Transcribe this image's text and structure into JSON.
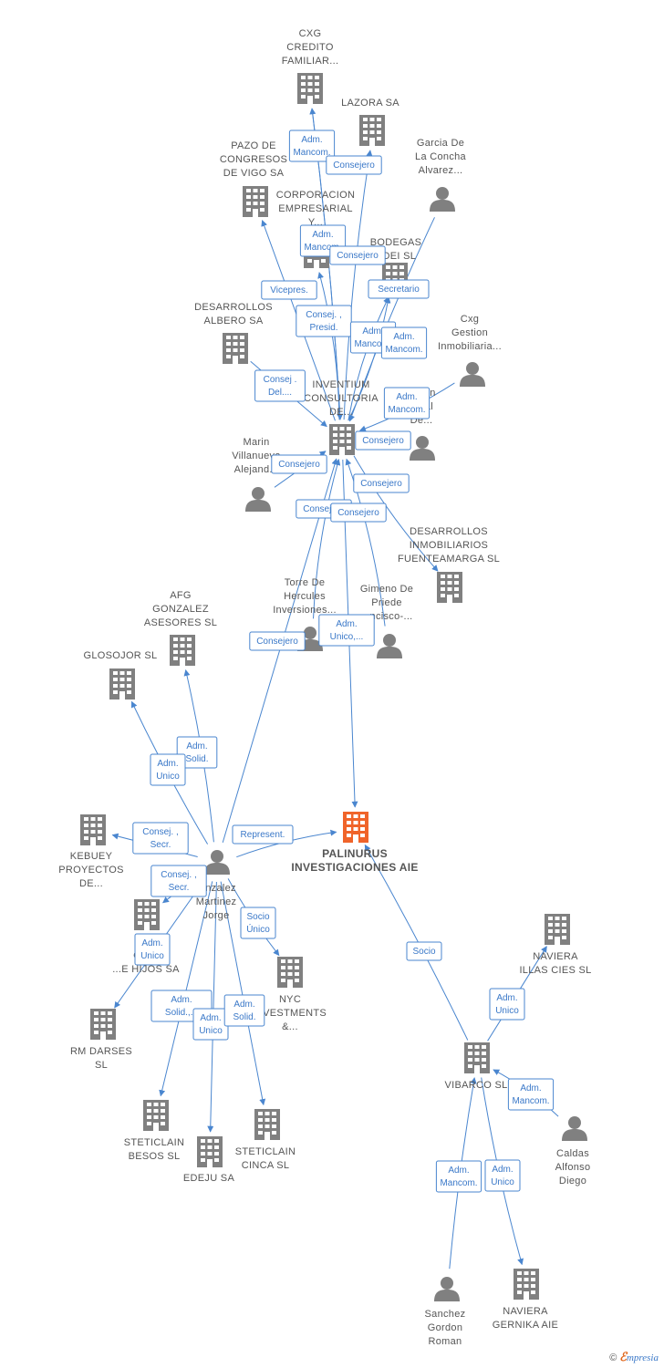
{
  "colors": {
    "node": "#808080",
    "main": "#f0642a",
    "edge": "#4a86cf"
  },
  "footer": {
    "copyright": "©",
    "brand_initial": "ℰ",
    "brand_rest": "mpresia"
  },
  "nodes": [
    {
      "id": "palinurus",
      "type": "company",
      "main": true,
      "lines": [
        "PALINURUS",
        "INVESTIGACIONES AIE"
      ]
    },
    {
      "id": "cxg_credito",
      "type": "company",
      "lines": [
        "CXG",
        "CREDITO",
        "FAMILIAR..."
      ]
    },
    {
      "id": "lazora",
      "type": "company",
      "lines": [
        "LAZORA SA"
      ]
    },
    {
      "id": "garcia",
      "type": "person",
      "lines": [
        "Garcia De",
        "La Concha",
        "Alvarez..."
      ]
    },
    {
      "id": "pazo",
      "type": "company",
      "lines": [
        "PAZO DE",
        "CONGRESOS",
        "DE VIGO SA"
      ]
    },
    {
      "id": "corporacion",
      "type": "company",
      "lines": [
        "CORPORACION",
        "EMPRESARIAL",
        "Y..."
      ]
    },
    {
      "id": "bodegas",
      "type": "company",
      "lines": [
        "BODEGAS",
        "SDEI SL"
      ]
    },
    {
      "id": "desarrollos_albero",
      "type": "company",
      "lines": [
        "DESARROLLOS",
        "ALBERO SA"
      ]
    },
    {
      "id": "cxg_gestion",
      "type": "person",
      "lines": [
        "Cxg",
        "Gestion",
        "Inmobiliaria..."
      ]
    },
    {
      "id": "corp2",
      "type": "person",
      "lines": [
        "...cion",
        "...rial",
        "De..."
      ]
    },
    {
      "id": "inventium",
      "type": "company",
      "lines": [
        "INVENTIUM",
        "CONSULTORIA",
        "DE..."
      ]
    },
    {
      "id": "marin",
      "type": "person",
      "lines": [
        "Marin",
        "Villanueva",
        "Alejand..."
      ]
    },
    {
      "id": "desarrollos_fuenteamarga",
      "type": "company",
      "lines": [
        "DESARROLLOS",
        "INMOBILIARIOS",
        "FUENTEAMARGA SL"
      ]
    },
    {
      "id": "torre",
      "type": "person",
      "lines": [
        "Torre De",
        "Hercules",
        "Inversiones..."
      ]
    },
    {
      "id": "gimeno",
      "type": "person",
      "lines": [
        "Gimeno De",
        "Priede",
        "...ncisco-..."
      ]
    },
    {
      "id": "afg",
      "type": "company",
      "lines": [
        "AFG",
        "GONZALEZ",
        "ASESORES SL"
      ]
    },
    {
      "id": "glosojor",
      "type": "company",
      "lines": [
        "GLOSOJOR SL"
      ]
    },
    {
      "id": "kebuey",
      "type": "company",
      "lines": [
        "KEBUEY",
        "PROYECTOS",
        "DE..."
      ]
    },
    {
      "id": "gonzalez",
      "type": "person",
      "lines": [
        "...nzalez",
        "Martinez",
        "Jorge"
      ]
    },
    {
      "id": "gonzalez_hijos",
      "type": "company",
      "lines": [
        "M...",
        "GO...",
        "...E HIJOS SA"
      ]
    },
    {
      "id": "nyc",
      "type": "company",
      "lines": [
        "NYC",
        "...VESTMENTS",
        "&..."
      ]
    },
    {
      "id": "rm_darses",
      "type": "company",
      "lines": [
        "RM DARSES",
        "SL"
      ]
    },
    {
      "id": "steticlain_besos",
      "type": "company",
      "lines": [
        "STETICLAIN",
        "BESOS SL"
      ]
    },
    {
      "id": "edeju",
      "type": "company",
      "lines": [
        "EDEJU SA"
      ]
    },
    {
      "id": "steticlain_cinca",
      "type": "company",
      "lines": [
        "STETICLAIN",
        "CINCA SL"
      ]
    },
    {
      "id": "naviera_illas",
      "type": "company",
      "lines": [
        "NAVIERA",
        "ILLAS CIES SL"
      ]
    },
    {
      "id": "vibarco",
      "type": "company",
      "lines": [
        "VIBARCO SL"
      ]
    },
    {
      "id": "caldas",
      "type": "person",
      "lines": [
        "Caldas",
        "Alfonso",
        "Diego"
      ]
    },
    {
      "id": "sanchez",
      "type": "person",
      "lines": [
        "Sanchez",
        "Gordon",
        "Roman"
      ]
    },
    {
      "id": "naviera_gernika",
      "type": "company",
      "lines": [
        "NAVIERA",
        "GERNIKA AIE"
      ]
    }
  ],
  "edges": [
    {
      "from": "inventium",
      "to": "cxg_credito",
      "label": [
        "Adm.",
        "Mancom."
      ]
    },
    {
      "from": "inventium",
      "to": "lazora",
      "label": [
        "Consejero"
      ]
    },
    {
      "from": "inventium",
      "to": "corporacion",
      "label": [
        "Adm.",
        "Mancom."
      ]
    },
    {
      "from": "inventium",
      "to": "bodegas",
      "label": [
        "Consejero"
      ]
    },
    {
      "from": "inventium",
      "to": "pazo",
      "label": [
        "Vicepres."
      ]
    },
    {
      "from": "garcia",
      "to": "inventium",
      "label": [
        "Secretario"
      ]
    },
    {
      "from": "cxg_credito",
      "to": "inventium",
      "label": [
        "Consej. ,",
        "Presid."
      ]
    },
    {
      "from": "inventium",
      "to": "bodegas",
      "label": [
        "Adm.",
        "Mancom."
      ]
    },
    {
      "from": "cxg_gestion",
      "to": "inventium",
      "label": [
        "Adm.",
        "Mancom."
      ]
    },
    {
      "from": "desarrollos_albero",
      "to": "inventium",
      "label": [
        "Consej .",
        "Del...."
      ]
    },
    {
      "from": "corp2",
      "to": "inventium",
      "label": [
        "Adm.",
        "Mancom."
      ]
    },
    {
      "from": "inventium",
      "to": "corp2",
      "label": [
        "Consejero"
      ]
    },
    {
      "from": "marin",
      "to": "inventium",
      "label": [
        "Consejero"
      ]
    },
    {
      "from": "inventium",
      "to": "desarrollos_fuenteamarga",
      "label": [
        "Consejero"
      ]
    },
    {
      "from": "torre",
      "to": "inventium",
      "label": [
        "Consejero"
      ]
    },
    {
      "from": "gimeno",
      "to": "inventium",
      "label": [
        "Consejero"
      ]
    },
    {
      "from": "inventium",
      "to": "palinurus",
      "label": [
        "Adm.",
        "Unico,..."
      ]
    },
    {
      "from": "gonzalez",
      "to": "inventium",
      "label": [
        "Consejero"
      ]
    },
    {
      "from": "gonzalez",
      "to": "afg",
      "label": [
        "Adm.",
        "Solid."
      ]
    },
    {
      "from": "gonzalez",
      "to": "glosojor",
      "label": [
        "Adm.",
        "Unico"
      ]
    },
    {
      "from": "gonzalez",
      "to": "kebuey",
      "label": [
        "Consej. ,",
        "Secr."
      ]
    },
    {
      "from": "gonzalez",
      "to": "palinurus",
      "label": [
        "Represent."
      ]
    },
    {
      "from": "gonzalez",
      "to": "gonzalez_hijos",
      "label": [
        "Consej. ,",
        "Secr."
      ]
    },
    {
      "from": "gonzalez",
      "to": "nyc",
      "label": [
        "Socio",
        "Único"
      ]
    },
    {
      "from": "gonzalez",
      "to": "rm_darses",
      "label": [
        "Adm.",
        "Unico"
      ]
    },
    {
      "from": "gonzalez",
      "to": "steticlain_besos",
      "label": [
        "Adm.",
        "Solid.,..."
      ]
    },
    {
      "from": "gonzalez",
      "to": "edeju",
      "label": [
        "Adm.",
        "Unico"
      ]
    },
    {
      "from": "gonzalez",
      "to": "steticlain_cinca",
      "label": [
        "Adm.",
        "Solid."
      ]
    },
    {
      "from": "vibarco",
      "to": "palinurus",
      "label": [
        "Socio"
      ]
    },
    {
      "from": "vibarco",
      "to": "naviera_illas",
      "label": [
        "Adm.",
        "Unico"
      ]
    },
    {
      "from": "caldas",
      "to": "vibarco",
      "label": [
        "Adm.",
        "Mancom."
      ]
    },
    {
      "from": "sanchez",
      "to": "vibarco",
      "label": [
        "Adm.",
        "Mancom."
      ]
    },
    {
      "from": "vibarco",
      "to": "naviera_gernika",
      "label": [
        "Adm.",
        "Unico"
      ]
    }
  ]
}
